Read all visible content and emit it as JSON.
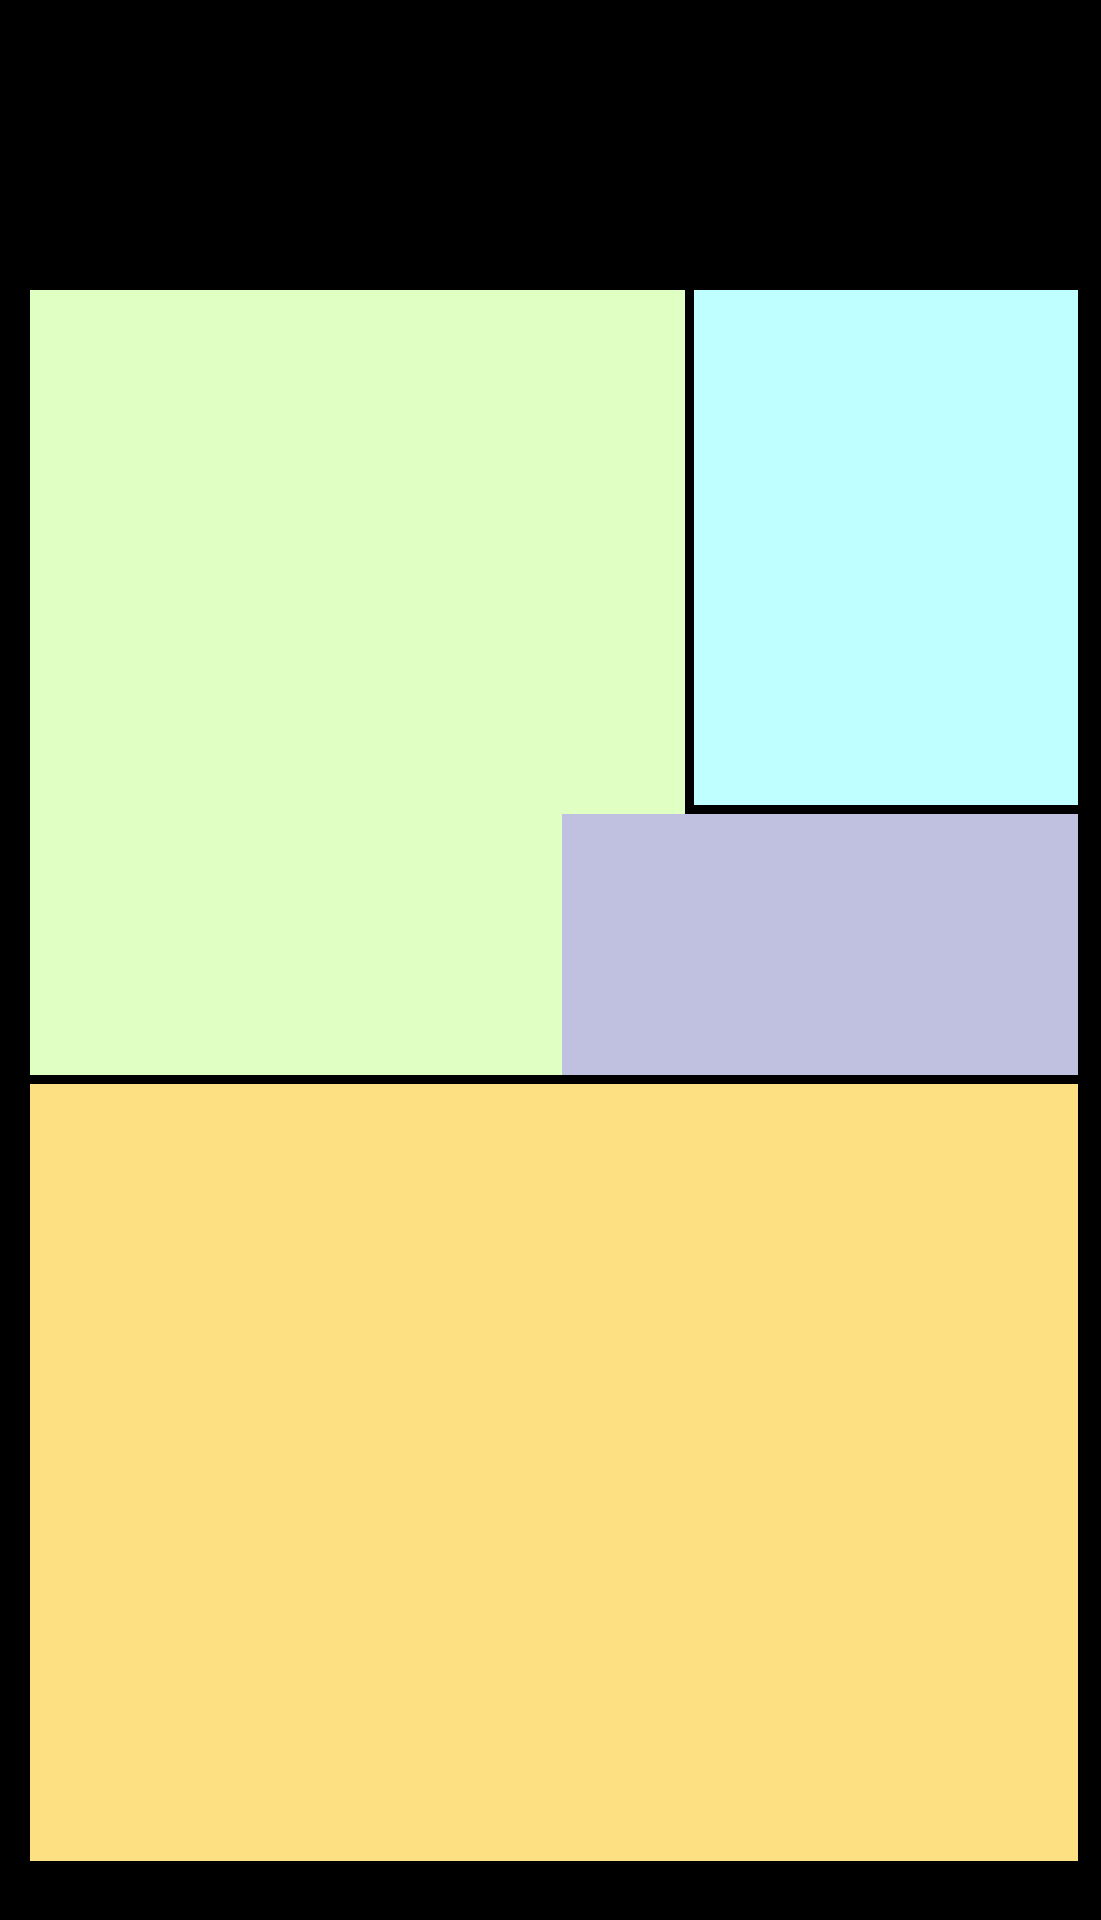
{
  "screen": {
    "background": "#000000"
  },
  "panels": [
    {
      "id": "green",
      "color": "#E0FFC2"
    },
    {
      "id": "cyan",
      "color": "#C0FFFF"
    },
    {
      "id": "purple",
      "color": "#C0C0E0"
    },
    {
      "id": "yellow",
      "color": "#FDE082"
    }
  ]
}
